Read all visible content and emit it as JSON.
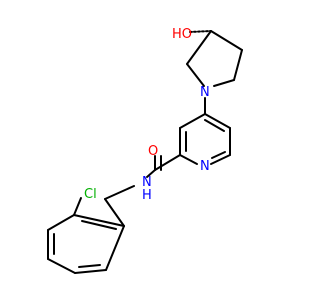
{
  "molecule": {
    "colors": {
      "carbon_bond": "#000000",
      "oxygen": "#ff0000",
      "nitrogen": "#0000ff",
      "chlorine": "#00b000"
    },
    "labels": {
      "hydroxyl": "HO",
      "carbonyl_oxygen": "O",
      "amide_nh": "N",
      "amide_h": "H",
      "pyridine_n": "N",
      "pyrrolidine_n": "N",
      "chlorine": "Cl"
    }
  }
}
